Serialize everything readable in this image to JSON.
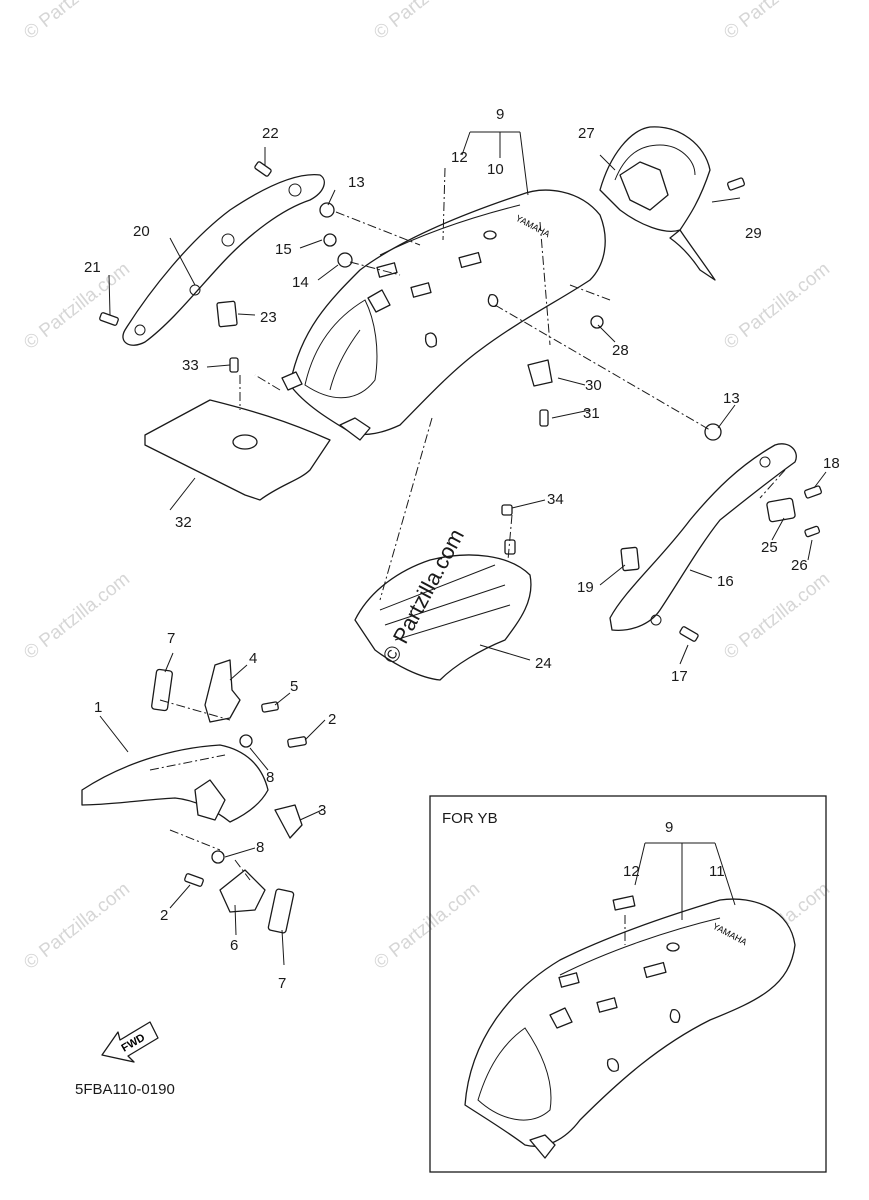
{
  "diagram": {
    "code": "5FBA110-0190",
    "fwd_label": "FWD",
    "inset_title": "FOR YB",
    "brand_mark": "YAMAHA",
    "watermark": "© Partzilla.com",
    "callouts": {
      "c1": "1",
      "c2a": "2",
      "c2b": "2",
      "c3": "3",
      "c4": "4",
      "c5": "5",
      "c6": "6",
      "c7a": "7",
      "c7b": "7",
      "c8a": "8",
      "c8b": "8",
      "c9": "9",
      "c10": "10",
      "c12": "12",
      "c13a": "13",
      "c13b": "13",
      "c14": "14",
      "c15": "15",
      "c16": "16",
      "c17": "17",
      "c18": "18",
      "c19": "19",
      "c20": "20",
      "c21": "21",
      "c22": "22",
      "c23": "23",
      "c24": "24",
      "c25": "25",
      "c26": "26",
      "c27": "27",
      "c28": "28",
      "c29": "29",
      "c30": "30",
      "c31": "31",
      "c32": "32",
      "c33": "33",
      "c34": "34"
    },
    "inset_callouts": {
      "c9": "9",
      "c11": "11",
      "c12": "12"
    }
  }
}
